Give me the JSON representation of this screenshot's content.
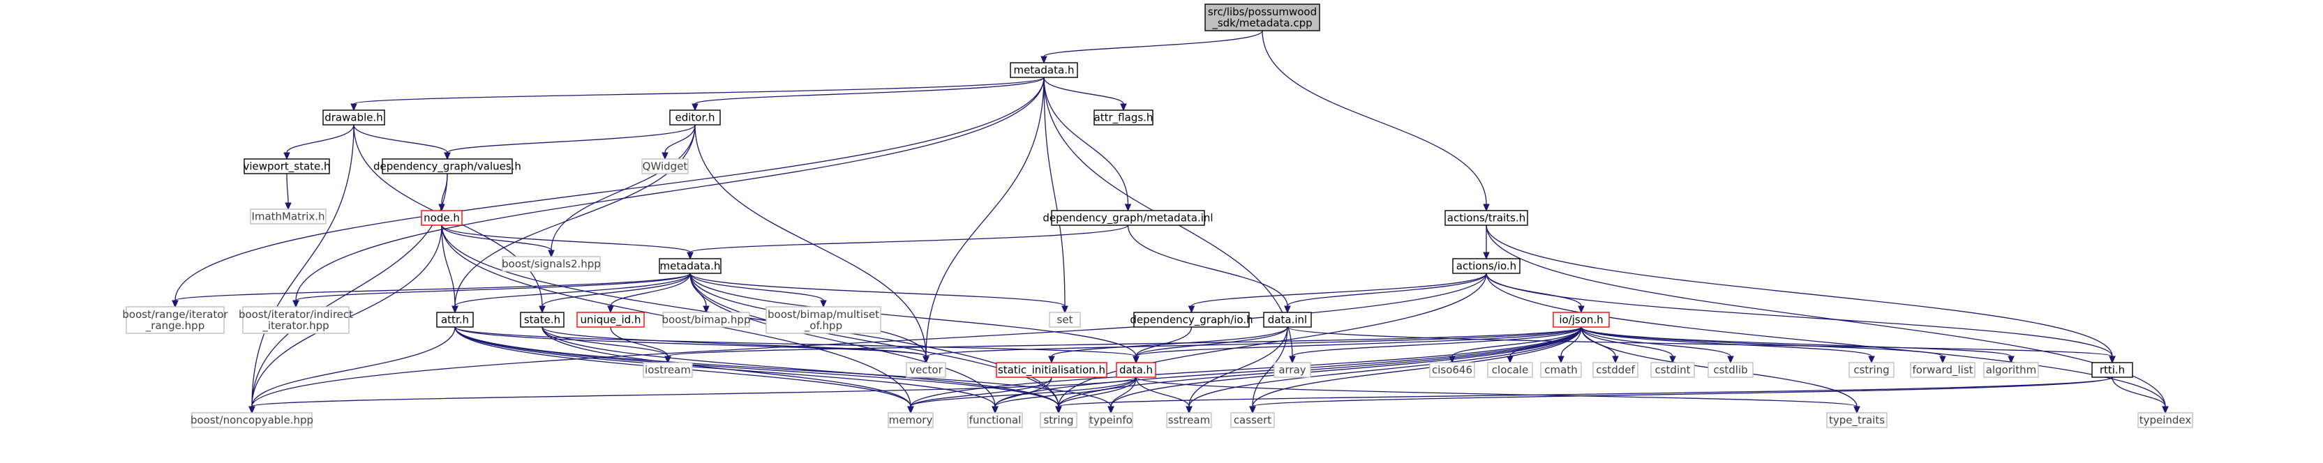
{
  "diagram": {
    "style": {
      "edge_color": "#191970",
      "focus_fill": "#bfbfbf",
      "focus_border": "#000000",
      "normal_border": "#000000",
      "truncated_border": "#ff0000",
      "external_border": "#bfbfbf",
      "normal_text": "#000000",
      "external_text": "#404040"
    },
    "nodes": [
      {
        "id": "root",
        "kind": "focus",
        "lines": [
          "src/libs/possumwood",
          "_sdk/metadata.cpp"
        ]
      },
      {
        "id": "metadata_h",
        "kind": "normal",
        "lines": [
          "metadata.h"
        ]
      },
      {
        "id": "drawable_h",
        "kind": "normal",
        "lines": [
          "drawable.h"
        ]
      },
      {
        "id": "editor_h",
        "kind": "normal",
        "lines": [
          "editor.h"
        ]
      },
      {
        "id": "attr_flags_h",
        "kind": "normal",
        "lines": [
          "attr_flags.h"
        ]
      },
      {
        "id": "viewport_state_h",
        "kind": "normal",
        "lines": [
          "viewport_state.h"
        ]
      },
      {
        "id": "dg_values_h",
        "kind": "normal",
        "lines": [
          "dependency_graph/values.h"
        ]
      },
      {
        "id": "qwidget",
        "kind": "external",
        "lines": [
          "QWidget"
        ]
      },
      {
        "id": "imathmatrix_h",
        "kind": "external",
        "lines": [
          "ImathMatrix.h"
        ]
      },
      {
        "id": "node_h",
        "kind": "truncated",
        "lines": [
          "node.h"
        ]
      },
      {
        "id": "boost_signals2",
        "kind": "external",
        "lines": [
          "boost/signals2.hpp"
        ]
      },
      {
        "id": "dg_metadata_inl",
        "kind": "normal",
        "lines": [
          "dependency_graph/metadata.inl"
        ]
      },
      {
        "id": "actions_traits_h",
        "kind": "normal",
        "lines": [
          "actions/traits.h"
        ]
      },
      {
        "id": "dg_metadata_h",
        "kind": "normal",
        "lines": [
          "metadata.h"
        ]
      },
      {
        "id": "actions_io_h",
        "kind": "normal",
        "lines": [
          "actions/io.h"
        ]
      },
      {
        "id": "set",
        "kind": "external",
        "lines": [
          "set"
        ]
      },
      {
        "id": "boost_range_iterator",
        "kind": "external",
        "lines": [
          "boost/range/iterator",
          "_range.hpp"
        ]
      },
      {
        "id": "boost_indirect_iterator",
        "kind": "external",
        "lines": [
          "boost/iterator/indirect",
          "_iterator.hpp"
        ]
      },
      {
        "id": "attr_h",
        "kind": "normal",
        "lines": [
          "attr.h"
        ]
      },
      {
        "id": "state_h",
        "kind": "normal",
        "lines": [
          "state.h"
        ]
      },
      {
        "id": "unique_id_h",
        "kind": "truncated",
        "lines": [
          "unique_id.h"
        ]
      },
      {
        "id": "boost_bimap",
        "kind": "external",
        "lines": [
          "boost/bimap.hpp"
        ]
      },
      {
        "id": "boost_bimap_multiset",
        "kind": "external",
        "lines": [
          "boost/bimap/multiset",
          "_of.hpp"
        ]
      },
      {
        "id": "dg_io_h",
        "kind": "normal",
        "lines": [
          "dependency_graph/io.h"
        ]
      },
      {
        "id": "data_inl",
        "kind": "normal",
        "lines": [
          "data.inl"
        ]
      },
      {
        "id": "io_json_h",
        "kind": "truncated",
        "lines": [
          "io/json.h"
        ]
      },
      {
        "id": "iostream",
        "kind": "external",
        "lines": [
          "iostream"
        ]
      },
      {
        "id": "vector",
        "kind": "external",
        "lines": [
          "vector"
        ]
      },
      {
        "id": "static_init_h",
        "kind": "truncated",
        "lines": [
          "static_initialisation.h"
        ]
      },
      {
        "id": "data_h",
        "kind": "truncated",
        "lines": [
          "data.h"
        ]
      },
      {
        "id": "array",
        "kind": "external",
        "lines": [
          "array"
        ]
      },
      {
        "id": "ciso646",
        "kind": "external",
        "lines": [
          "ciso646"
        ]
      },
      {
        "id": "clocale",
        "kind": "external",
        "lines": [
          "clocale"
        ]
      },
      {
        "id": "cmath",
        "kind": "external",
        "lines": [
          "cmath"
        ]
      },
      {
        "id": "cstddef",
        "kind": "external",
        "lines": [
          "cstddef"
        ]
      },
      {
        "id": "cstdint",
        "kind": "external",
        "lines": [
          "cstdint"
        ]
      },
      {
        "id": "cstdlib",
        "kind": "external",
        "lines": [
          "cstdlib"
        ]
      },
      {
        "id": "cstring",
        "kind": "external",
        "lines": [
          "cstring"
        ]
      },
      {
        "id": "forward_list",
        "kind": "external",
        "lines": [
          "forward_list"
        ]
      },
      {
        "id": "algorithm",
        "kind": "external",
        "lines": [
          "algorithm"
        ]
      },
      {
        "id": "rtti_h",
        "kind": "normal",
        "lines": [
          "rtti.h"
        ]
      },
      {
        "id": "boost_noncopyable",
        "kind": "external",
        "lines": [
          "boost/noncopyable.hpp"
        ]
      },
      {
        "id": "memory",
        "kind": "external",
        "lines": [
          "memory"
        ]
      },
      {
        "id": "functional",
        "kind": "external",
        "lines": [
          "functional"
        ]
      },
      {
        "id": "string",
        "kind": "external",
        "lines": [
          "string"
        ]
      },
      {
        "id": "typeinfo",
        "kind": "external",
        "lines": [
          "typeinfo"
        ]
      },
      {
        "id": "sstream",
        "kind": "external",
        "lines": [
          "sstream"
        ]
      },
      {
        "id": "cassert",
        "kind": "external",
        "lines": [
          "cassert"
        ]
      },
      {
        "id": "type_traits",
        "kind": "external",
        "lines": [
          "type_traits"
        ]
      },
      {
        "id": "typeindex",
        "kind": "external",
        "lines": [
          "typeindex"
        ]
      }
    ],
    "edges": [
      [
        "root",
        "metadata_h"
      ],
      [
        "root",
        "actions_traits_h"
      ],
      [
        "metadata_h",
        "drawable_h"
      ],
      [
        "metadata_h",
        "editor_h"
      ],
      [
        "metadata_h",
        "attr_flags_h"
      ],
      [
        "metadata_h",
        "dg_metadata_inl"
      ],
      [
        "metadata_h",
        "boost_range_iterator"
      ],
      [
        "metadata_h",
        "boost_indirect_iterator"
      ],
      [
        "metadata_h",
        "vector"
      ],
      [
        "metadata_h",
        "set"
      ],
      [
        "metadata_h",
        "array"
      ],
      [
        "drawable_h",
        "viewport_state_h"
      ],
      [
        "drawable_h",
        "dg_values_h"
      ],
      [
        "drawable_h",
        "state_h"
      ],
      [
        "drawable_h",
        "boost_noncopyable"
      ],
      [
        "editor_h",
        "dg_values_h"
      ],
      [
        "editor_h",
        "qwidget"
      ],
      [
        "editor_h",
        "boost_signals2"
      ],
      [
        "editor_h",
        "attr_h"
      ],
      [
        "editor_h",
        "vector"
      ],
      [
        "viewport_state_h",
        "imathmatrix_h"
      ],
      [
        "dg_values_h",
        "node_h"
      ],
      [
        "dg_values_h",
        "boost_noncopyable"
      ],
      [
        "node_h",
        "boost_signals2"
      ],
      [
        "node_h",
        "dg_metadata_h"
      ],
      [
        "node_h",
        "attr_h"
      ],
      [
        "node_h",
        "boost_noncopyable"
      ],
      [
        "node_h",
        "memory"
      ],
      [
        "node_h",
        "string"
      ],
      [
        "dg_metadata_inl",
        "dg_metadata_h"
      ],
      [
        "dg_metadata_inl",
        "data_inl"
      ],
      [
        "actions_traits_h",
        "actions_io_h"
      ],
      [
        "actions_traits_h",
        "rtti_h"
      ],
      [
        "actions_traits_h",
        "typeindex"
      ],
      [
        "actions_io_h",
        "dg_io_h"
      ],
      [
        "actions_io_h",
        "data_inl"
      ],
      [
        "actions_io_h",
        "io_json_h"
      ],
      [
        "actions_io_h",
        "boost_noncopyable"
      ],
      [
        "actions_io_h",
        "rtti_h"
      ],
      [
        "actions_io_h",
        "typeindex"
      ],
      [
        "actions_io_h",
        "string"
      ],
      [
        "dg_metadata_h",
        "boost_range_iterator"
      ],
      [
        "dg_metadata_h",
        "boost_indirect_iterator"
      ],
      [
        "dg_metadata_h",
        "attr_h"
      ],
      [
        "dg_metadata_h",
        "state_h"
      ],
      [
        "dg_metadata_h",
        "unique_id_h"
      ],
      [
        "dg_metadata_h",
        "boost_bimap"
      ],
      [
        "dg_metadata_h",
        "boost_bimap_multiset"
      ],
      [
        "dg_metadata_h",
        "set"
      ],
      [
        "dg_metadata_h",
        "vector"
      ],
      [
        "dg_metadata_h",
        "data_h"
      ],
      [
        "dg_metadata_h",
        "functional"
      ],
      [
        "dg_metadata_h",
        "string"
      ],
      [
        "attr_h",
        "vector"
      ],
      [
        "attr_h",
        "boost_noncopyable"
      ],
      [
        "attr_h",
        "memory"
      ],
      [
        "attr_h",
        "functional"
      ],
      [
        "attr_h",
        "string"
      ],
      [
        "attr_h",
        "typeinfo"
      ],
      [
        "attr_h",
        "data_h"
      ],
      [
        "state_h",
        "iostream"
      ],
      [
        "state_h",
        "string"
      ],
      [
        "state_h",
        "memory"
      ],
      [
        "state_h",
        "vector"
      ],
      [
        "unique_id_h",
        "iostream"
      ],
      [
        "dg_io_h",
        "data_h"
      ],
      [
        "data_inl",
        "data_h"
      ],
      [
        "data_inl",
        "sstream"
      ],
      [
        "data_inl",
        "cassert"
      ],
      [
        "data_inl",
        "rtti_h"
      ],
      [
        "data_inl",
        "static_init_h"
      ],
      [
        "io_json_h",
        "vector"
      ],
      [
        "io_json_h",
        "iostream"
      ],
      [
        "io_json_h",
        "array"
      ],
      [
        "io_json_h",
        "ciso646"
      ],
      [
        "io_json_h",
        "clocale"
      ],
      [
        "io_json_h",
        "cmath"
      ],
      [
        "io_json_h",
        "cstddef"
      ],
      [
        "io_json_h",
        "cstdint"
      ],
      [
        "io_json_h",
        "cstdlib"
      ],
      [
        "io_json_h",
        "cstring"
      ],
      [
        "io_json_h",
        "forward_list"
      ],
      [
        "io_json_h",
        "algorithm"
      ],
      [
        "io_json_h",
        "functional"
      ],
      [
        "io_json_h",
        "memory"
      ],
      [
        "io_json_h",
        "string"
      ],
      [
        "io_json_h",
        "typeinfo"
      ],
      [
        "io_json_h",
        "sstream"
      ],
      [
        "io_json_h",
        "cassert"
      ],
      [
        "io_json_h",
        "type_traits"
      ],
      [
        "io_json_h",
        "data_h"
      ],
      [
        "static_init_h",
        "functional"
      ],
      [
        "static_init_h",
        "memory"
      ],
      [
        "data_h",
        "boost_noncopyable"
      ],
      [
        "data_h",
        "memory"
      ],
      [
        "data_h",
        "functional"
      ],
      [
        "data_h",
        "string"
      ],
      [
        "data_h",
        "typeinfo"
      ],
      [
        "data_h",
        "sstream"
      ],
      [
        "data_h",
        "type_traits"
      ],
      [
        "rtti_h",
        "typeindex"
      ],
      [
        "rtti_h",
        "string"
      ],
      [
        "rtti_h",
        "cassert"
      ]
    ]
  }
}
